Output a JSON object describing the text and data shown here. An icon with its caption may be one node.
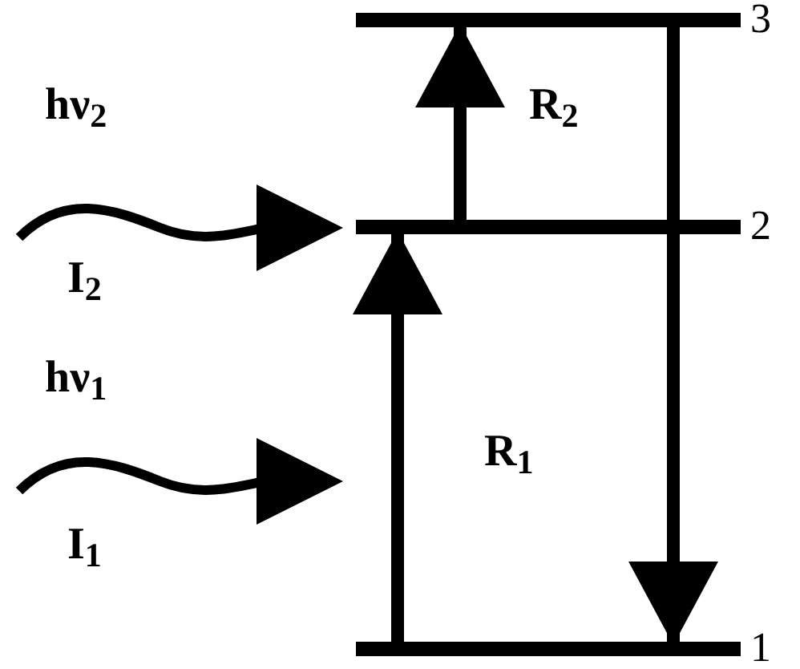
{
  "diagram": {
    "nodes": [
      {
        "text": [],
        "shape": "bar",
        "beside": [
          "3"
        ]
      },
      {
        "text": [],
        "shape": "bar",
        "beside": [
          "2"
        ]
      },
      {
        "text": [],
        "shape": "bar",
        "beside": [
          "1"
        ]
      }
    ],
    "edges": [
      {
        "from": 2,
        "to": 1,
        "arrow": "to",
        "label": "R$_{1}$"
      },
      {
        "from": 1,
        "to": 0,
        "arrow": "to",
        "label": "R$_{2}$"
      },
      {
        "from": 0,
        "to": 2,
        "arrow": "to"
      }
    ],
    "labels": [
      "hν$_{2}$",
      "I$_{2}$",
      "hν$_{1}$",
      "I$_{1}$"
    ]
  }
}
